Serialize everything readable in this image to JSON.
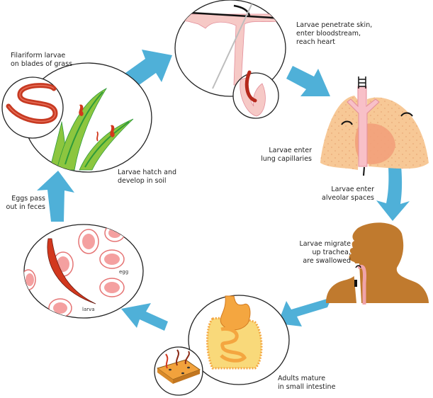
{
  "title": "Hookworm life cycle",
  "colors": {
    "arrow": "#4fb0d8",
    "outline": "#222222",
    "grass": "#8cc63f",
    "grass_vein": "#2e9a3a",
    "worm": "#d2381e",
    "skin": "#f6c9c6",
    "lung": "#f7c896",
    "heart": "#f2a07a",
    "body": "#c07a2e",
    "intestine": "#f4a640",
    "egg": "#f08a8a"
  },
  "stages": [
    {
      "id": "filariform",
      "text": "Filariform larvae\non blades of grass"
    },
    {
      "id": "penetrate",
      "text": "Larvae penetrate skin,\nenter bloodstream,\nreach heart"
    },
    {
      "id": "lung-capillaries",
      "text": "Larvae enter\nlung capillaries"
    },
    {
      "id": "alveolar",
      "text": "Larvae enter\nalveolar spaces"
    },
    {
      "id": "trachea",
      "text": "Larvae migrate\nup trachea,\nare swallowed"
    },
    {
      "id": "intestine",
      "text": "Adults mature\nin small intestine"
    },
    {
      "id": "eggs-feces",
      "text": "Eggs pass\nout in feces"
    },
    {
      "id": "hatch",
      "text": "Larvae hatch and\ndevelop in soil"
    }
  ],
  "inset_labels": {
    "egg": "egg",
    "larva": "larva"
  }
}
